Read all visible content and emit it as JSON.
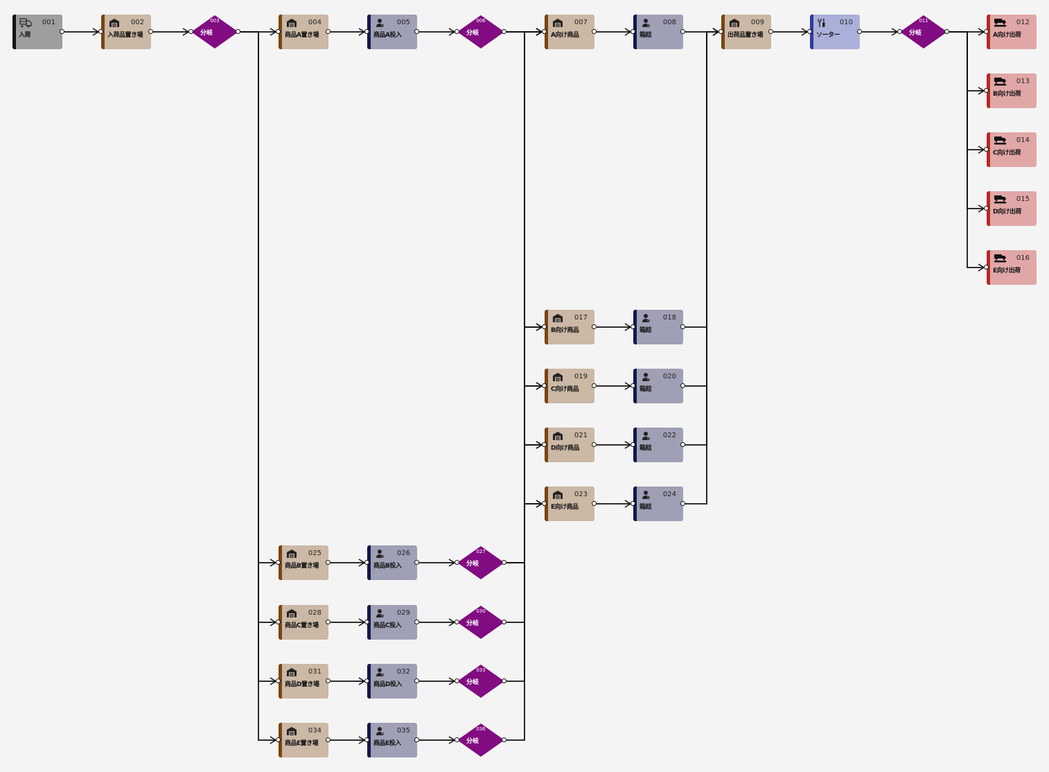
{
  "canvas": {
    "background": "#f4f4f4"
  },
  "colors": {
    "receive": "#9e9e9e",
    "storage": "#cbb8a5",
    "input": "#9f9fb5",
    "sorter": "#abb0da",
    "ship": "#e1a7a7",
    "branch": "#820c82"
  },
  "nodes": [
    {
      "id": "001",
      "type": "receive",
      "label": "入荷",
      "icon": "truck-box-icon"
    },
    {
      "id": "002",
      "type": "storage",
      "label": "入荷品置き場",
      "icon": "warehouse-icon"
    },
    {
      "id": "003",
      "type": "branch",
      "label": "分岐"
    },
    {
      "id": "004",
      "type": "storage",
      "label": "商品A置き場",
      "icon": "warehouse-icon"
    },
    {
      "id": "005",
      "type": "input",
      "label": "商品A投入",
      "icon": "worker-icon"
    },
    {
      "id": "006",
      "type": "branch",
      "label": "分岐"
    },
    {
      "id": "007",
      "type": "storage",
      "label": "A向け商品",
      "icon": "warehouse-icon"
    },
    {
      "id": "008",
      "type": "input",
      "label": "箱詰",
      "icon": "worker-icon"
    },
    {
      "id": "009",
      "type": "storage",
      "label": "出荷品置き場",
      "icon": "warehouse-icon"
    },
    {
      "id": "010",
      "type": "sorter",
      "label": "ソーター",
      "icon": "tools-icon"
    },
    {
      "id": "011",
      "type": "branch",
      "label": "分岐"
    },
    {
      "id": "012",
      "type": "ship",
      "label": "A向け出荷",
      "icon": "shipping-truck-icon"
    },
    {
      "id": "013",
      "type": "ship",
      "label": "B向け出荷",
      "icon": "shipping-truck-icon"
    },
    {
      "id": "014",
      "type": "ship",
      "label": "C向け出荷",
      "icon": "shipping-truck-icon"
    },
    {
      "id": "015",
      "type": "ship",
      "label": "D向け出荷",
      "icon": "shipping-truck-icon"
    },
    {
      "id": "016",
      "type": "ship",
      "label": "E向け出荷",
      "icon": "shipping-truck-icon"
    },
    {
      "id": "017",
      "type": "storage",
      "label": "B向け商品",
      "icon": "warehouse-icon"
    },
    {
      "id": "018",
      "type": "input",
      "label": "箱詰",
      "icon": "worker-icon"
    },
    {
      "id": "019",
      "type": "storage",
      "label": "C向け商品",
      "icon": "warehouse-icon"
    },
    {
      "id": "020",
      "type": "input",
      "label": "箱詰",
      "icon": "worker-icon"
    },
    {
      "id": "021",
      "type": "storage",
      "label": "D向け商品",
      "icon": "warehouse-icon"
    },
    {
      "id": "022",
      "type": "input",
      "label": "箱詰",
      "icon": "worker-icon"
    },
    {
      "id": "023",
      "type": "storage",
      "label": "E向け商品",
      "icon": "warehouse-icon"
    },
    {
      "id": "024",
      "type": "input",
      "label": "箱詰",
      "icon": "worker-icon"
    },
    {
      "id": "025",
      "type": "storage",
      "label": "商品B置き場",
      "icon": "warehouse-icon"
    },
    {
      "id": "026",
      "type": "input",
      "label": "商品B投入",
      "icon": "worker-icon"
    },
    {
      "id": "027",
      "type": "branch",
      "label": "分岐"
    },
    {
      "id": "028",
      "type": "storage",
      "label": "商品C置き場",
      "icon": "warehouse-icon"
    },
    {
      "id": "029",
      "type": "input",
      "label": "商品C投入",
      "icon": "worker-icon"
    },
    {
      "id": "030",
      "type": "branch",
      "label": "分岐"
    },
    {
      "id": "031",
      "type": "storage",
      "label": "商品D置き場",
      "icon": "warehouse-icon"
    },
    {
      "id": "032",
      "type": "input",
      "label": "商品D投入",
      "icon": "worker-icon"
    },
    {
      "id": "033",
      "type": "branch",
      "label": "分岐"
    },
    {
      "id": "034",
      "type": "storage",
      "label": "商品E置き場",
      "icon": "warehouse-icon"
    },
    {
      "id": "035",
      "type": "input",
      "label": "商品E投入",
      "icon": "worker-icon"
    },
    {
      "id": "036",
      "type": "branch",
      "label": "分岐"
    }
  ],
  "edges": [
    [
      "001",
      "002"
    ],
    [
      "002",
      "003"
    ],
    [
      "003",
      "004"
    ],
    [
      "004",
      "005"
    ],
    [
      "005",
      "006"
    ],
    [
      "006",
      "007"
    ],
    [
      "007",
      "008"
    ],
    [
      "008",
      "009"
    ],
    [
      "009",
      "010"
    ],
    [
      "010",
      "011"
    ],
    [
      "011",
      "012"
    ],
    [
      "011",
      "013"
    ],
    [
      "011",
      "014"
    ],
    [
      "011",
      "015"
    ],
    [
      "011",
      "016"
    ],
    [
      "006",
      "017"
    ],
    [
      "006",
      "019"
    ],
    [
      "006",
      "021"
    ],
    [
      "006",
      "023"
    ],
    [
      "017",
      "018"
    ],
    [
      "019",
      "020"
    ],
    [
      "021",
      "022"
    ],
    [
      "023",
      "024"
    ],
    [
      "018",
      "009"
    ],
    [
      "020",
      "009"
    ],
    [
      "022",
      "009"
    ],
    [
      "024",
      "009"
    ],
    [
      "003",
      "025"
    ],
    [
      "003",
      "028"
    ],
    [
      "003",
      "031"
    ],
    [
      "003",
      "034"
    ],
    [
      "025",
      "026"
    ],
    [
      "026",
      "027"
    ],
    [
      "028",
      "029"
    ],
    [
      "029",
      "030"
    ],
    [
      "031",
      "032"
    ],
    [
      "032",
      "033"
    ],
    [
      "034",
      "035"
    ],
    [
      "035",
      "036"
    ],
    [
      "027",
      "007"
    ],
    [
      "027",
      "017"
    ],
    [
      "027",
      "019"
    ],
    [
      "027",
      "021"
    ],
    [
      "027",
      "023"
    ],
    [
      "030",
      "007"
    ],
    [
      "033",
      "007"
    ],
    [
      "036",
      "007"
    ]
  ]
}
